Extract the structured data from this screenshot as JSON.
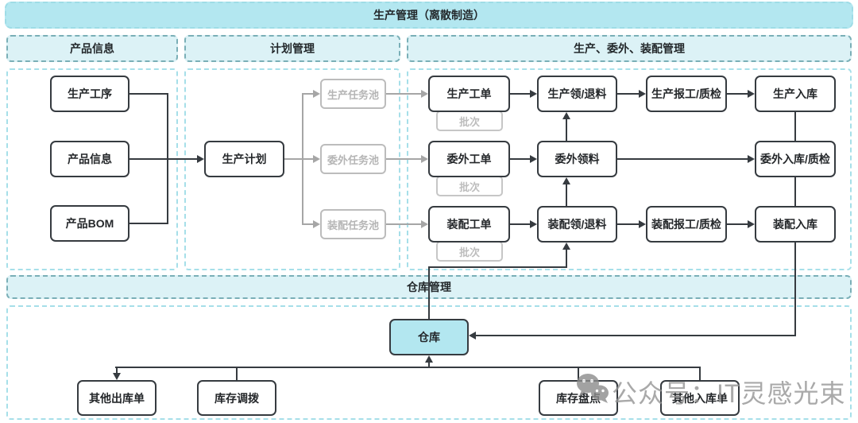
{
  "banners": {
    "top": "生产管理（离散制造）",
    "warehouse": "仓库管理"
  },
  "sections": {
    "product": {
      "header": "产品信息"
    },
    "plan": {
      "header": "计划管理"
    },
    "production": {
      "header": "生产、委外、装配管理"
    }
  },
  "nodes": {
    "production_process": "生产工序",
    "product_info": "产品信息",
    "product_bom": "产品BOM",
    "production_plan": "生产计划",
    "production_task_pool": "生产任务池",
    "outsourcing_task_pool": "委外任务池",
    "assembly_task_pool": "装配任务池",
    "production_order": "生产工单",
    "outsourcing_order": "委外工单",
    "assembly_order": "装配工单",
    "batch": "批次",
    "production_material": "生产领/退料",
    "outsourcing_material": "委外领料",
    "assembly_material": "装配领/退料",
    "production_report": "生产报工/质检",
    "assembly_report": "装配报工/质检",
    "production_inbound": "生产入库",
    "outsourcing_inbound": "委外入库/质检",
    "assembly_inbound": "装配入库",
    "warehouse": "仓库",
    "other_outbound": "其他出库单",
    "inventory_transfer": "库存调拨",
    "stock_count": "库存盘点",
    "other_inbound": "其他入库单"
  },
  "watermark": {
    "label": "公众号：IT灵感光束",
    "icon": "wechat-icon"
  },
  "colors": {
    "banner_fill": "#b3e7f0",
    "panel_fill": "#dcf2f6",
    "teal_dash": "#7aafb7",
    "cyan_dash": "#a6dfe9",
    "node_border": "#363b40",
    "muted_gray": "#b5b5b5",
    "watermark_gray": "#a9a9a9"
  }
}
